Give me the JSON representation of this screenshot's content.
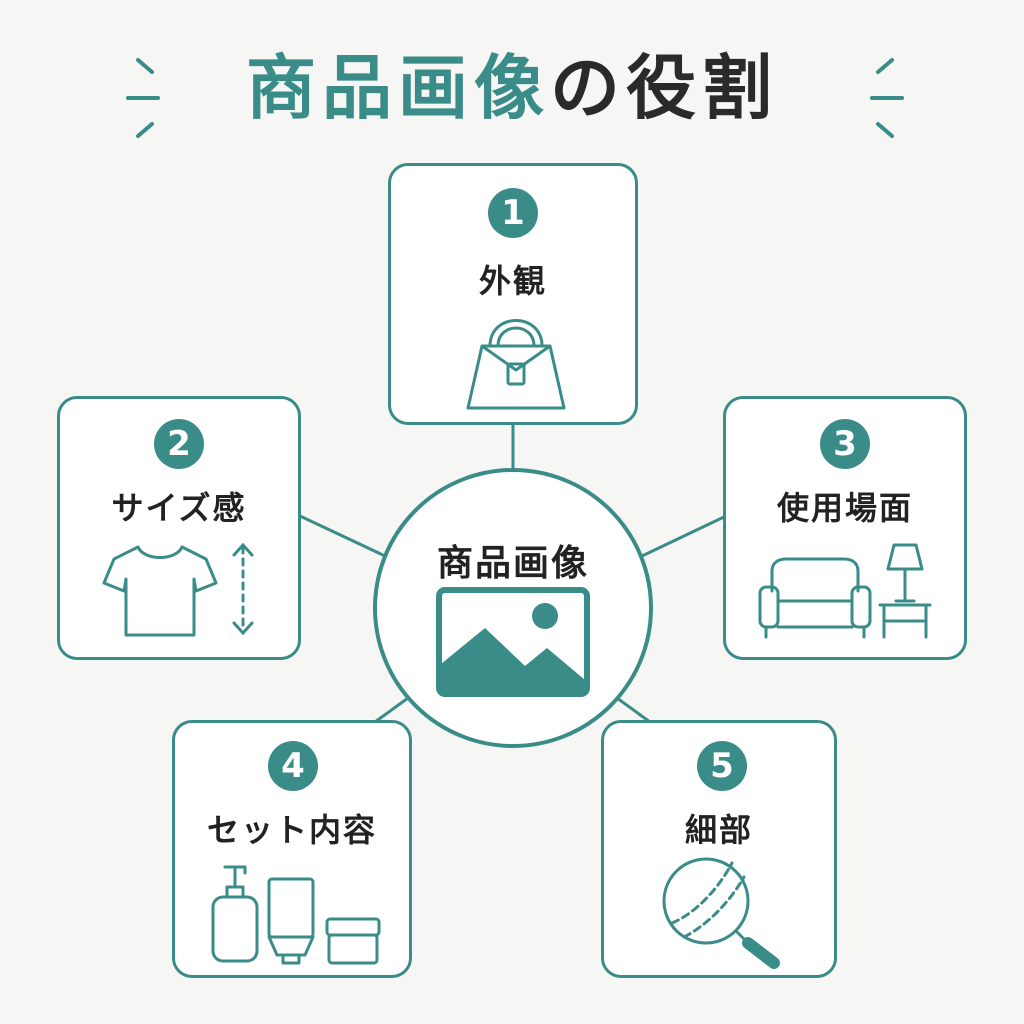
{
  "header": {
    "title_accent": "商品画像",
    "title_rest": "の役割"
  },
  "hub": {
    "label": "商品画像",
    "icon": "landscape-image-icon"
  },
  "items": [
    {
      "number": "1",
      "label": "外観",
      "icon": "handbag-icon"
    },
    {
      "number": "2",
      "label": "サイズ感",
      "icon": "tshirt-icon"
    },
    {
      "number": "3",
      "label": "使用場面",
      "icon": "sofa-lamp-icon"
    },
    {
      "number": "4",
      "label": "セット内容",
      "icon": "cosmetics-set-icon"
    },
    {
      "number": "5",
      "label": "細部",
      "icon": "magnifier-icon"
    }
  ],
  "colors": {
    "accent": "#3a8c89",
    "text": "#222222",
    "background": "#f6f6f4"
  }
}
